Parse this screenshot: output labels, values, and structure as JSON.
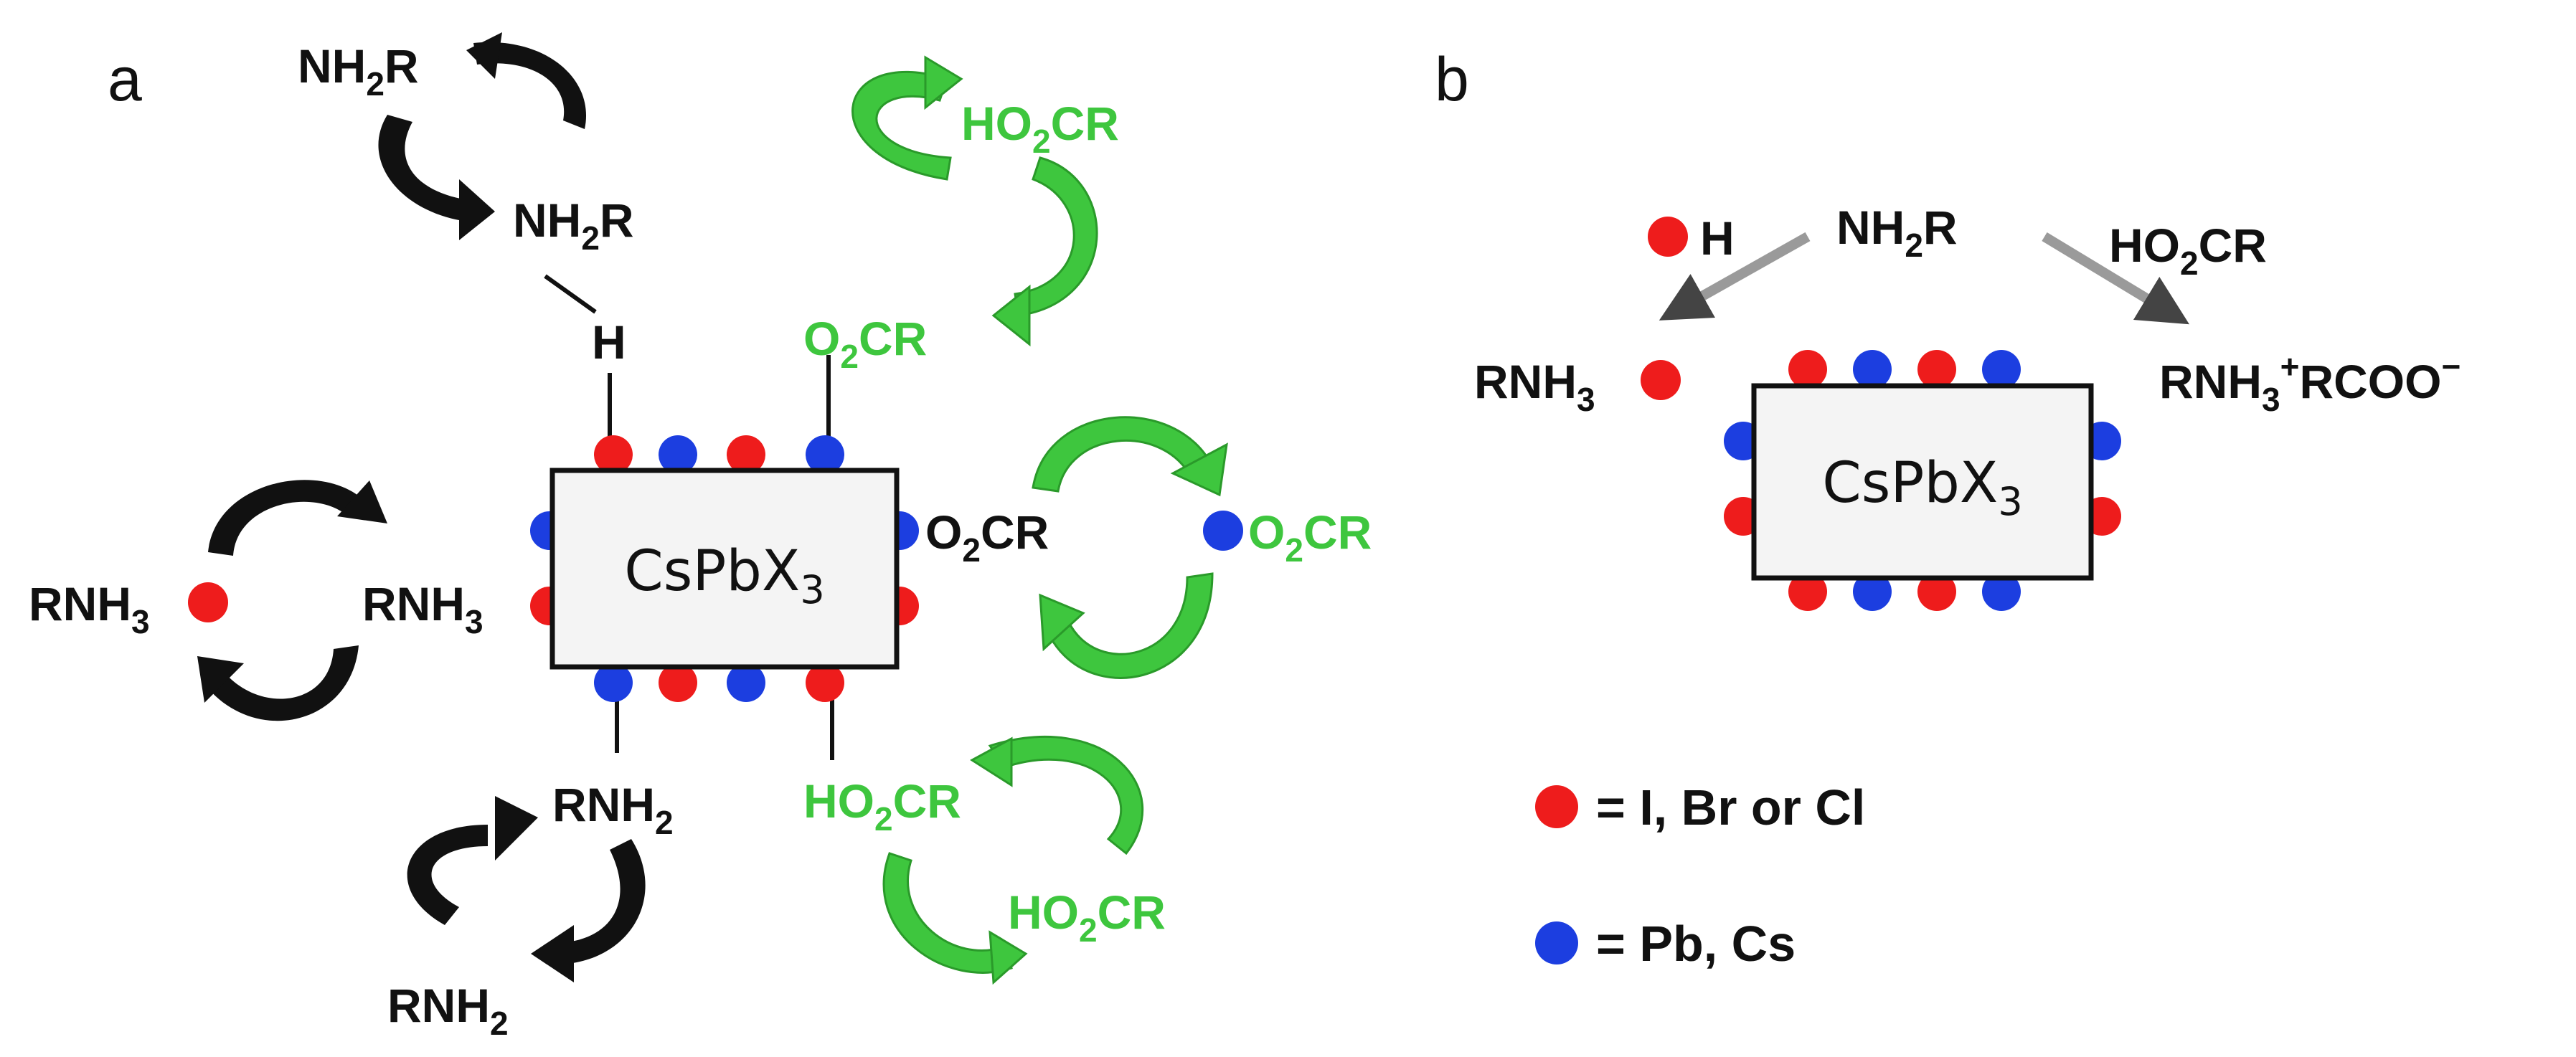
{
  "colors": {
    "black": "#111111",
    "green": "#3ec63e",
    "red": "#ee1c1c",
    "blue": "#1c3ee0",
    "box_fill": "#f4f4f4",
    "gray_arrow": "#9a9a9a"
  },
  "panel_a": {
    "label": "a",
    "core": {
      "main": "CsPbX",
      "sub": "3"
    },
    "top_amine": {
      "a": "NH",
      "sub": "2",
      "b": "R"
    },
    "bound_amine": {
      "a": "NH",
      "sub": "2",
      "b": "R"
    },
    "hydrogen": "H",
    "left_free": {
      "a": "RNH",
      "sub": "3"
    },
    "left_bound": {
      "a": "RNH",
      "sub": "3"
    },
    "bottom_bound": {
      "a": "RNH",
      "sub": "2"
    },
    "bottom_free": {
      "a": "RNH",
      "sub": "2"
    },
    "top_carboxylate_free": {
      "a": "HO",
      "sub": "2",
      "b": "CR"
    },
    "top_carboxylate_bound": {
      "a": "O",
      "sub": "2",
      "b": "CR"
    },
    "right_bound": {
      "a": "O",
      "sub": "2",
      "b": "CR"
    },
    "right_free": {
      "a": "O",
      "sub": "2",
      "b": "CR"
    },
    "bottom_acid_bound": {
      "a": "HO",
      "sub": "2",
      "b": "CR"
    },
    "bottom_acid_free": {
      "a": "HO",
      "sub": "2",
      "b": "CR"
    }
  },
  "panel_b": {
    "label": "b",
    "core": {
      "main": "CsPbX",
      "sub": "3"
    },
    "hydrogen": "H",
    "amine": {
      "a": "NH",
      "sub": "2",
      "b": "R"
    },
    "acid": {
      "a": "HO",
      "sub": "2",
      "b": "CR"
    },
    "ammonium": {
      "a": "RNH",
      "sub": "3"
    },
    "salt": {
      "a": "RNH",
      "sub": "3",
      "sup": "+",
      "b": "RCOO",
      "sup2": "−"
    },
    "legend": [
      {
        "color": "red",
        "label": "= I, Br or Cl"
      },
      {
        "color": "blue",
        "label": "= Pb, Cs"
      }
    ]
  }
}
